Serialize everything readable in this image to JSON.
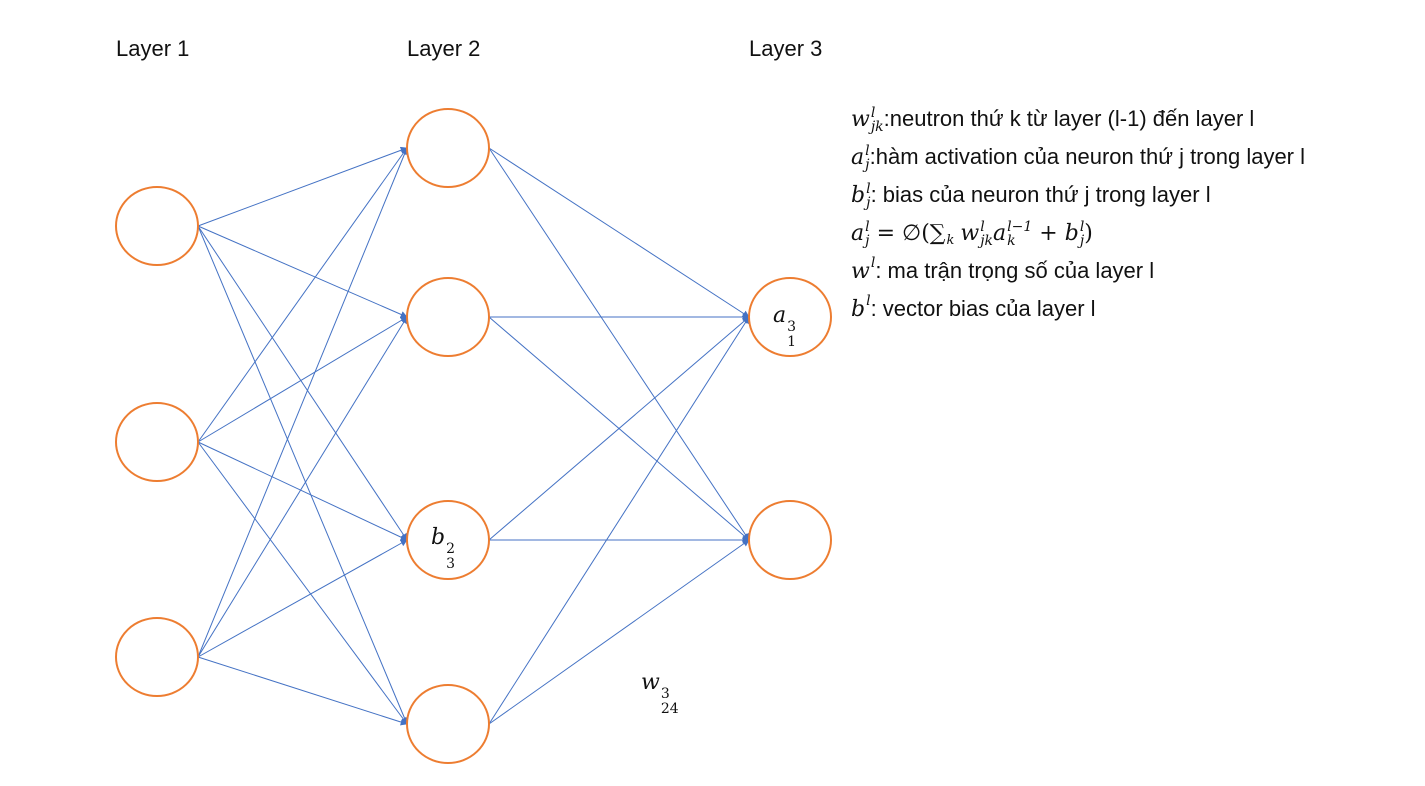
{
  "layers": [
    {
      "title": "Layer 1",
      "node_count": 3
    },
    {
      "title": "Layer 2",
      "node_count": 4
    },
    {
      "title": "Layer 3",
      "node_count": 2
    }
  ],
  "node_labels": {
    "layer2_node3": {
      "base": "b",
      "sup": "2",
      "sub": "3"
    },
    "layer3_node1": {
      "base": "a",
      "sup": "3",
      "sub": "1"
    }
  },
  "weight_label": {
    "base": "w",
    "sup": "3",
    "sub": "24"
  },
  "legend": [
    {
      "symbol": "w",
      "sup": "l",
      "sub": "jk",
      "text": ":neutron thứ k từ layer (l-1) đến layer l"
    },
    {
      "symbol": "a",
      "sup": "l",
      "sub": "j",
      "text": ":hàm activation của neuron thứ j trong layer l"
    },
    {
      "symbol": "b",
      "sup": "l",
      "sub": "j",
      "text": ": bias của neuron thứ j trong layer l"
    },
    {
      "formula": {
        "lhs": "a",
        "lhs_sup": "l",
        "lhs_sub": "j",
        "equals": " = ∅(∑",
        "sum_sub": "k",
        "w": "w",
        "w_sup": "l",
        "w_sub": "jk",
        "a": "a",
        "a_sup": "l−1",
        "a_sub": "k",
        "plus": " + ",
        "b": "b",
        "b_sup": "l",
        "b_sub": "j",
        "close": ")"
      }
    },
    {
      "symbol": "w",
      "sup": "l",
      "text": ": ma trận trọng số của layer l"
    },
    {
      "symbol": "b",
      "sup": "l",
      "text": ": vector bias  của layer l"
    }
  ],
  "colors": {
    "node_stroke": "#ED7D31",
    "edge": "#4472C4",
    "arrow": "#4472C4",
    "text": "#111111"
  }
}
